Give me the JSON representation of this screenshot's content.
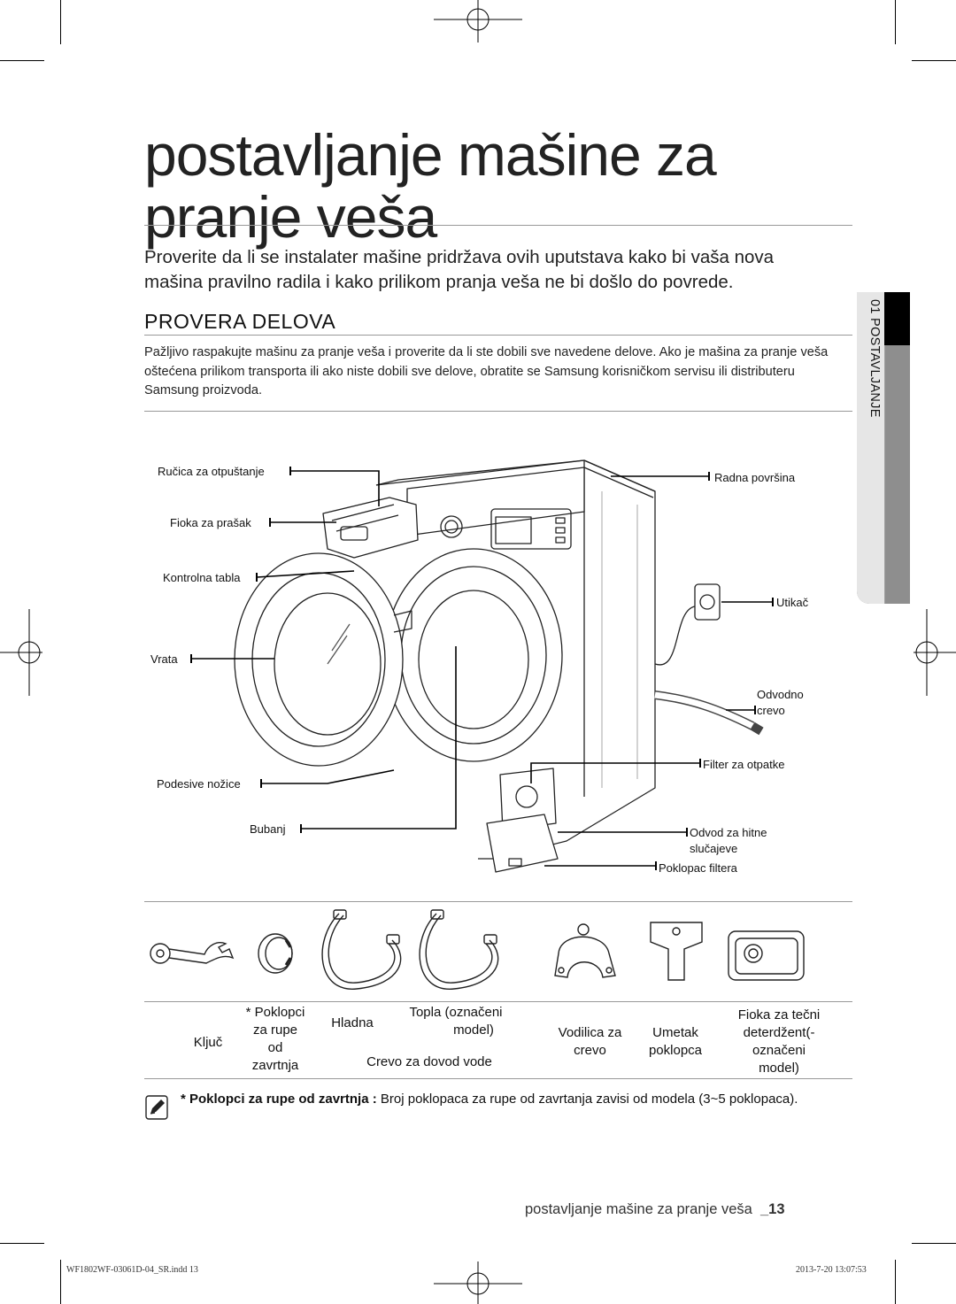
{
  "page": {
    "title": "postavljanje mašine za pranje veša",
    "intro": "Proverite da li se instalater mašine pridržava ovih uputstava kako bi vaša nova mašina pravilno radila i kako prilikom pranja veša ne bi došlo do povrede.",
    "section_heading": "PROVERA DELOVA",
    "section_body": "Pažljivo raspakujte mašinu za pranje veša i proverite da li ste dobili sve navedene delove. Ako je mašina za pranje veša oštećena prilikom transporta ili ako niste dobili sve delove, obratite se Samsung korisničkom servisu ili distributeru Samsung proizvoda.",
    "side_tab": "01 POSTAVLJANJE"
  },
  "diagram": {
    "labels_left": {
      "release_handle": "Ručica za otpuštanje",
      "detergent_drawer": "Fioka za prašak",
      "control_panel": "Kontrolna tabla",
      "door": "Vrata",
      "adjustable_feet": "Podesive nožice",
      "drum": "Bubanj"
    },
    "labels_right": {
      "worktop": "Radna površina",
      "plug": "Utikač",
      "drain_hose_1": "Odvodno",
      "drain_hose_2": "crevo",
      "debris_filter": "Filter za otpatke",
      "emergency_drain_1": "Odvod za hitne",
      "emergency_drain_2": "slučajeve",
      "filter_cover": "Poklopac filtera"
    }
  },
  "parts": {
    "wrench": "Ključ",
    "caps": [
      "* Poklopci",
      "za rupe",
      "od",
      "zavrtnja"
    ],
    "cold": "Hladna",
    "hot": [
      "Topla (označeni",
      "model)"
    ],
    "hose_group": "Crevo za dovod vode",
    "guide": [
      "Vodilica za",
      "crevo"
    ],
    "insert": [
      "Umetak",
      "poklopca"
    ],
    "liquid": [
      "Fioka za tečni",
      "deterdžent(-",
      "označeni",
      "model)"
    ]
  },
  "note": {
    "bold": "* Poklopci za rupe od zavrtnja :",
    "text": " Broj poklopaca za rupe od zavrtanja zavisi od modela (3~5 poklopaca)."
  },
  "footer": {
    "text": "postavljanje mašine za pranje veša",
    "page": "_13",
    "slug_left": "WF1802WF-03061D-04_SR.indd   13",
    "slug_right": "2013-7-20   13:07:53"
  }
}
